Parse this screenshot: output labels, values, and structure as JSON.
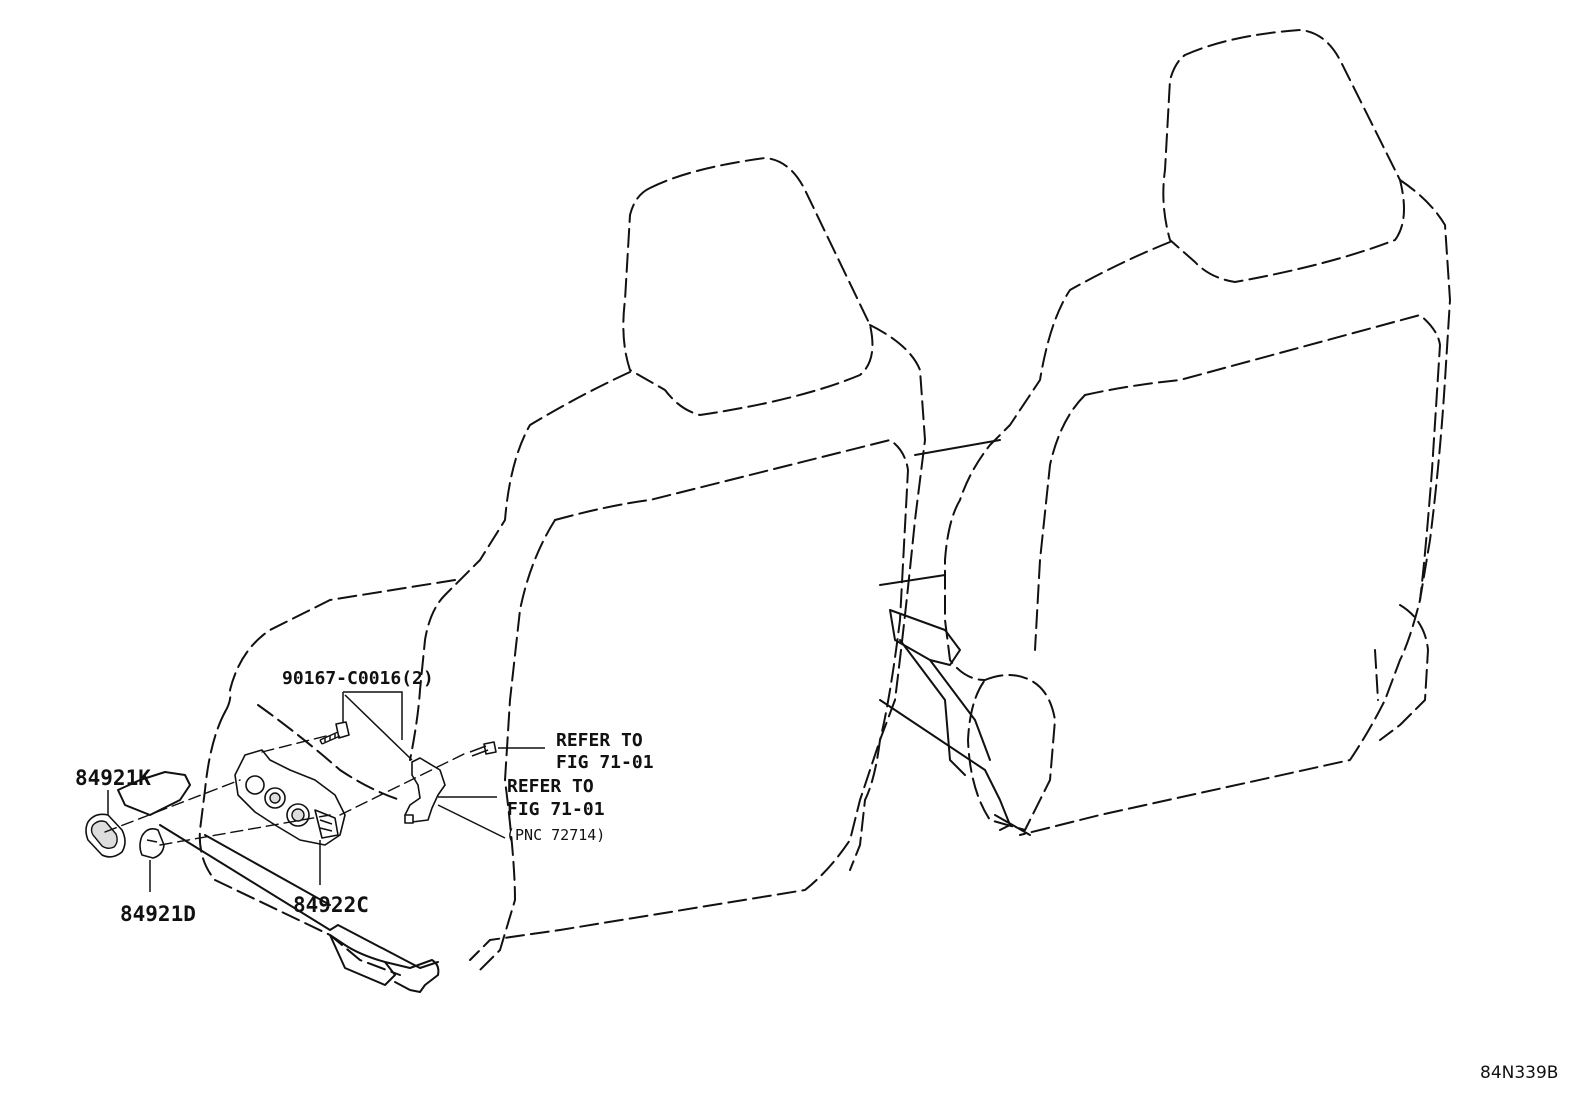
{
  "labels": {
    "bolt": "90167-C0016(2)",
    "refer1_line1": "REFER TO",
    "refer1_line2": "FIG 71-01",
    "refer2_line1": "REFER TO",
    "refer2_line2": "FIG 71-01",
    "refer2_line3": "(PNC 72714)",
    "knob_upper": "84921K",
    "knob_lower": "84921D",
    "switch": "84922C"
  },
  "diagram_id": "84N339B"
}
